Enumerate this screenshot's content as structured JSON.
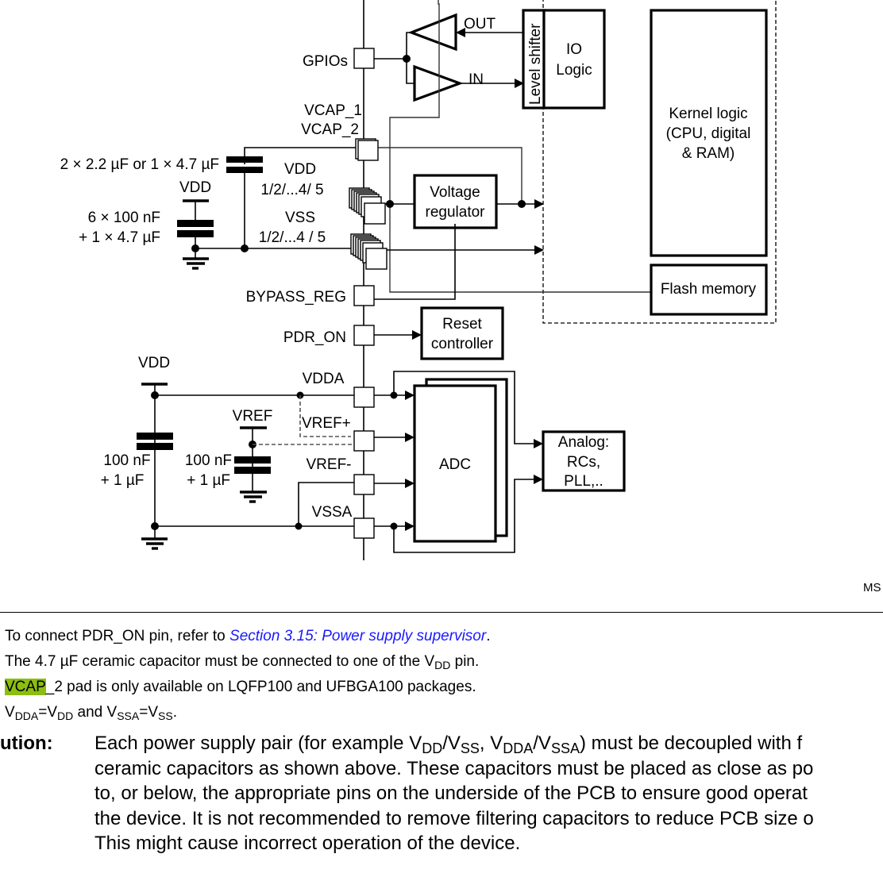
{
  "diagram": {
    "labels": {
      "gpios": "GPIOs",
      "out": "OUT",
      "in": "IN",
      "level_shifter": "Level shifter",
      "io_logic_1": "IO",
      "io_logic_2": "Logic",
      "kernel_1": "Kernel logic",
      "kernel_2": "(CPU, digital",
      "kernel_3": "& RAM)",
      "vcap_1": "VCAP_1",
      "vcap_2": "VCAP_2",
      "vcap_cap": "2 × 2.2 µF  or  1 × 4.7 µF",
      "vdd_top": "VDD",
      "vdd_cap_1": "6 × 100 nF",
      "vdd_cap_2": "+ 1 × 4.7 µF",
      "vdd_pins_name": "VDD",
      "vdd_pins_range": "1/2/...4/ 5",
      "vss_pins_name": "VSS",
      "vss_pins_range": "1/2/...4 / 5",
      "voltage_reg_1": "Voltage",
      "voltage_reg_2": "regulator",
      "flash": "Flash memory",
      "bypass_reg": "BYPASS_REG",
      "pdr_on": "PDR_ON",
      "reset_1": "Reset",
      "reset_2": "controller",
      "vdd_analog": "VDD",
      "vdda": "VDDA",
      "vref": "VREF",
      "vref_plus": "VREF+",
      "vref_minus": "VREF-",
      "vssa": "VSSA",
      "cap_analog_1": "100 nF",
      "cap_analog_2": "+ 1 µF",
      "cap_vref_1": "100 nF",
      "cap_vref_2": "+ 1 µF",
      "adc": "ADC",
      "analog_1": "Analog:",
      "analog_2": "RCs,",
      "analog_3": "PLL,.."
    },
    "figure_id": "MS"
  },
  "notes": [
    {
      "pre": "To connect PDR_ON pin, refer to ",
      "link": "Section 3.15: Power supply supervisor",
      "post": "."
    },
    {
      "pre": "The 4.7 µF ceramic capacitor must be connected to one of the V",
      "sub": "DD",
      "post": " pin."
    },
    {
      "highlight": "VCAP",
      "post": "_2 pad is only available on LQFP100 and UFBGA100 packages."
    },
    {
      "v1": "V",
      "s1": "DDA",
      "eq1": "=V",
      "s2": "DD",
      "mid": " and V",
      "s3": "SSA",
      "eq2": "=V",
      "s4": "SS",
      "end": "."
    }
  ],
  "caution": {
    "label": "ution:",
    "line1": {
      "a": "Each power supply pair (for example V",
      "s1": "DD",
      "b": "/V",
      "s2": "SS",
      "c": ", V",
      "s3": "DDA",
      "d": "/V",
      "s4": "SSA",
      "e": ") must be decoupled with f"
    },
    "line2": "ceramic capacitors as shown above. These capacitors must be placed as close as po",
    "line3": "to, or below, the appropriate pins on the underside of the PCB to ensure good operat",
    "line4": "the device. It is not recommended to remove filtering capacitors to reduce PCB size o",
    "line5": "This might cause incorrect operation of the device."
  },
  "colors": {
    "link": "#1a1aff",
    "highlight": "#8cbe12"
  }
}
